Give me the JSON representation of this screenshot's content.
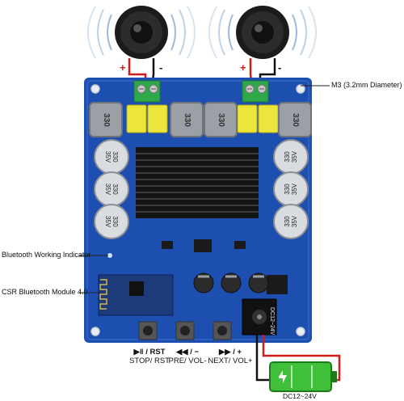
{
  "annotations": {
    "mount_hole": "M3 (3.2mm Diameter)",
    "bt_indicator": "Bluetooth Working Indicator",
    "bt_module": "CSR Bluetooth Module 4.0"
  },
  "speakers": {
    "left": {
      "plus": "+",
      "minus": "-"
    },
    "right": {
      "plus": "+",
      "minus": "-"
    }
  },
  "inductors": [
    "330",
    "330",
    "330",
    "330"
  ],
  "capacitors": {
    "left": [
      {
        "value": "330",
        "voltage": "35V"
      },
      {
        "value": "330",
        "voltage": "35V"
      },
      {
        "value": "330",
        "voltage": "35V"
      }
    ],
    "right": [
      {
        "value": "330",
        "voltage": "35V"
      },
      {
        "value": "330",
        "voltage": "35V"
      },
      {
        "value": "330",
        "voltage": "35V"
      }
    ]
  },
  "buttons": [
    {
      "symbol": "▶‖ / RST",
      "label": "STOP/ RST"
    },
    {
      "symbol": "◀◀ / −",
      "label": "PRE/ VOL-"
    },
    {
      "symbol": "▶▶ / +",
      "label": "NEXT/ VOL+"
    }
  ],
  "power": {
    "board_label": "DC12~24V",
    "battery_label": "DC12~24V"
  },
  "colors": {
    "pcb": "#1d4fb0",
    "terminal": "#2fa84a",
    "film_cap": "#ece53a",
    "inductor": "#9aa0a6",
    "heatsink": "#141414",
    "battery": "#3fbf3a",
    "wire_red": "#d21d1d",
    "wire_black": "#111111"
  }
}
